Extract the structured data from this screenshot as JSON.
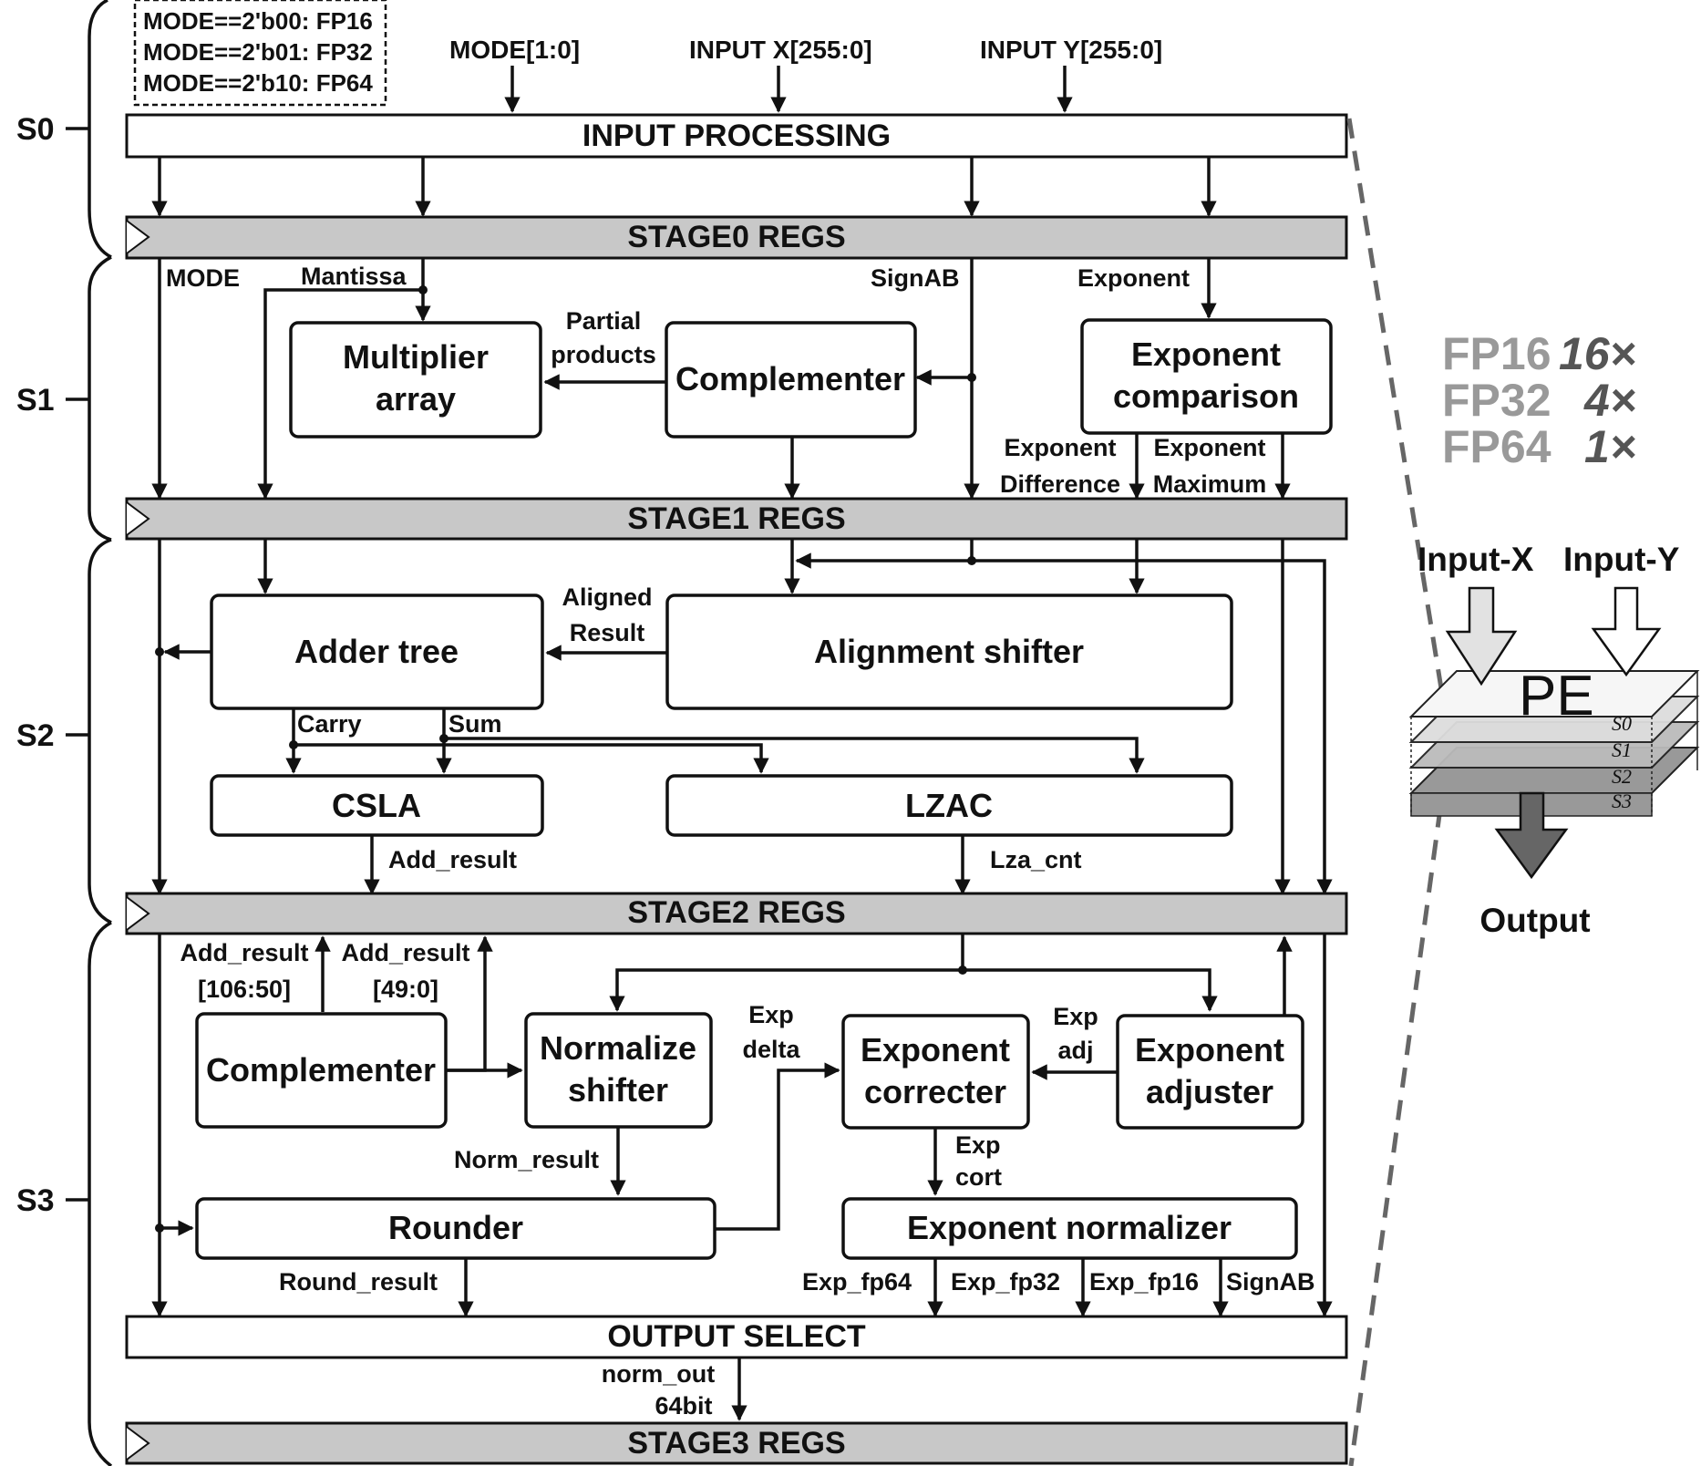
{
  "mode_legend": [
    "MODE==2'b00: FP16",
    "MODE==2'b01: FP32",
    "MODE==2'b10: FP64"
  ],
  "inputs": {
    "mode": "MODE[1:0]",
    "x": "INPUT X[255:0]",
    "y": "INPUT Y[255:0]"
  },
  "stages": [
    "S0",
    "S1",
    "S2",
    "S3"
  ],
  "bars": {
    "input_processing": "INPUT PROCESSING",
    "stage0": "STAGE0 REGS",
    "stage1": "STAGE1 REGS",
    "stage2": "STAGE2 REGS",
    "output_select": "OUTPUT SELECT",
    "stage3": "STAGE3 REGS"
  },
  "blocks": {
    "multiplier_array": [
      "Multiplier",
      "array"
    ],
    "complementer_s1": "Complementer",
    "exponent_comparison": [
      "Exponent",
      "comparison"
    ],
    "adder_tree": "Adder tree",
    "alignment_shifter": "Alignment shifter",
    "cslа": "CSLA",
    "lzac": "LZAC",
    "complementer_s3": "Complementer",
    "normalize_shifter": [
      "Normalize",
      "shifter"
    ],
    "exponent_correcter": [
      "Exponent",
      "correcter"
    ],
    "exponent_adjuster": [
      "Exponent",
      "adjuster"
    ],
    "rounder": "Rounder",
    "exponent_normalizer": "Exponent normalizer"
  },
  "signals": {
    "mode": "MODE",
    "mantissa": "Mantissa",
    "signab": "SignAB",
    "exponent": "Exponent",
    "partial_products": [
      "Partial",
      "products"
    ],
    "exponent_difference": [
      "Exponent",
      "Difference"
    ],
    "exponent_maximum": [
      "Exponent",
      "Maximum"
    ],
    "aligned_result": [
      "Aligned",
      "Result"
    ],
    "carry": "Carry",
    "sum": "Sum",
    "add_result": "Add_result",
    "lza_cnt": "Lza_cnt",
    "add_result_hi": [
      "Add_result",
      "[106:50]"
    ],
    "add_result_lo": [
      "Add_result",
      "[49:0]"
    ],
    "exp_delta": [
      "Exp",
      "delta"
    ],
    "exp_adj": [
      "Exp",
      "adj"
    ],
    "norm_result": "Norm_result",
    "exp_cort": [
      "Exp",
      "cort"
    ],
    "round_result": "Round_result",
    "exp_fp64": "Exp_fp64",
    "exp_fp32": "Exp_fp32",
    "exp_fp16": "Exp_fp16",
    "signab_out": "SignAB",
    "norm_out": [
      "norm_out",
      "64bit"
    ]
  },
  "pe_inset": {
    "throughput": [
      {
        "fmt": "FP16",
        "mult": "16×"
      },
      {
        "fmt": "FP32",
        "mult": "4×"
      },
      {
        "fmt": "FP64",
        "mult": "1×"
      }
    ],
    "input_x": "Input-X",
    "input_y": "Input-Y",
    "pe_label": "PE",
    "layers": [
      "S0",
      "S1",
      "S2",
      "S3"
    ],
    "output": "Output"
  },
  "colors": {
    "register_fill": "#c8c8c8",
    "throughput_fmt": "#999999",
    "throughput_mult": "#555555"
  }
}
